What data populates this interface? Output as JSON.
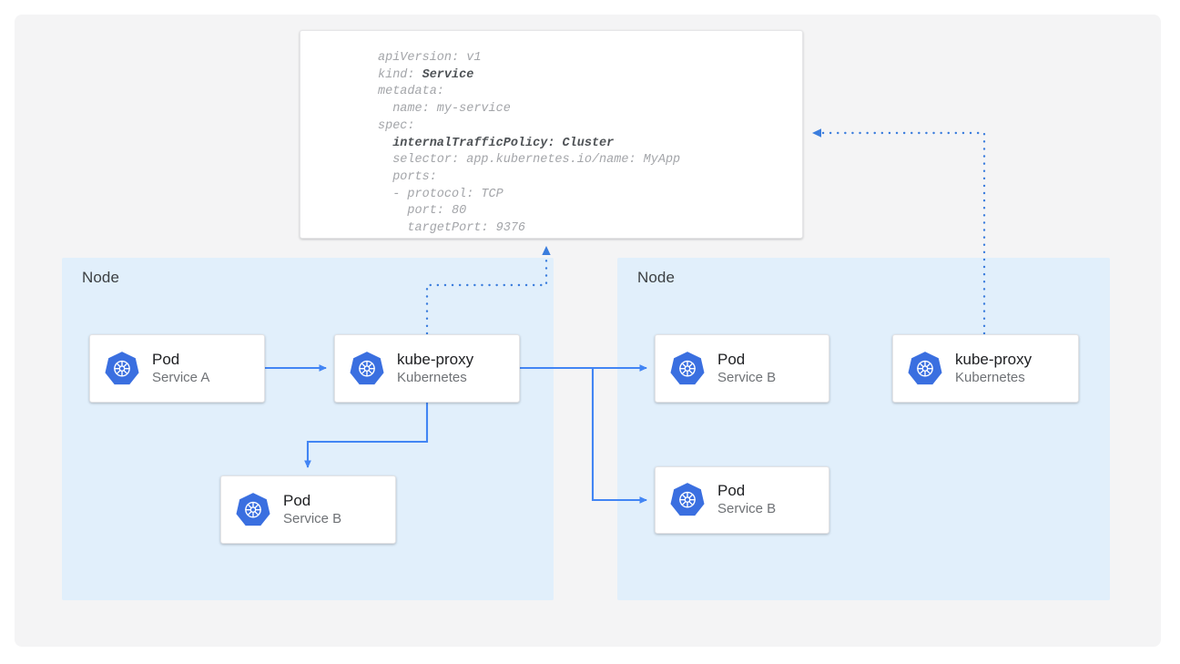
{
  "diagram": {
    "title": "Kubernetes Service internalTrafficPolicy Cluster traffic routing",
    "canvas_bg": "#f4f4f5",
    "node_bg": "#e1effb",
    "accent": "#3b7ddd",
    "arrow_color": "#4285f4",
    "k8s_blue": "#3a6fe0"
  },
  "yaml": {
    "lines": [
      "apiVersion: v1",
      "kind: Service",
      "metadata:",
      "  name: my-service",
      "spec:",
      "  internalTrafficPolicy: Cluster",
      "  selector: app.kubernetes.io/name: MyApp",
      "  ports:",
      "  - protocol: TCP",
      "    port: 80",
      "    targetPort: 9376"
    ],
    "bold_fragments": [
      "Service",
      "internalTrafficPolicy: Cluster"
    ]
  },
  "nodes": [
    {
      "label": "Node",
      "id": "node-left"
    },
    {
      "label": "Node",
      "id": "node-right"
    }
  ],
  "cards": [
    {
      "id": "pod-service-a",
      "title": "Pod",
      "sub": "Service A",
      "icon": "kubernetes-icon"
    },
    {
      "id": "kube-proxy-left",
      "title": "kube-proxy",
      "sub": "Kubernetes",
      "icon": "kubernetes-icon"
    },
    {
      "id": "pod-service-b-local",
      "title": "Pod",
      "sub": "Service B",
      "icon": "kubernetes-icon"
    },
    {
      "id": "pod-service-b-remote-top",
      "title": "Pod",
      "sub": "Service B",
      "icon": "kubernetes-icon"
    },
    {
      "id": "pod-service-b-remote-bot",
      "title": "Pod",
      "sub": "Service B",
      "icon": "kubernetes-icon"
    },
    {
      "id": "kube-proxy-right",
      "title": "kube-proxy",
      "sub": "Kubernetes",
      "icon": "kubernetes-icon"
    }
  ],
  "connectors": [
    {
      "id": "pod-a-to-kube-proxy",
      "style": "solid",
      "kind": "traffic"
    },
    {
      "id": "kube-proxy-to-local-pod",
      "style": "solid",
      "kind": "traffic"
    },
    {
      "id": "kube-proxy-to-remote-pod-top",
      "style": "solid",
      "kind": "traffic"
    },
    {
      "id": "kube-proxy-to-remote-pod-bottom",
      "style": "solid",
      "kind": "traffic"
    },
    {
      "id": "kube-proxy-left-to-service-spec",
      "style": "dotted",
      "kind": "config"
    },
    {
      "id": "kube-proxy-right-to-service-spec",
      "style": "dotted",
      "kind": "config"
    }
  ]
}
